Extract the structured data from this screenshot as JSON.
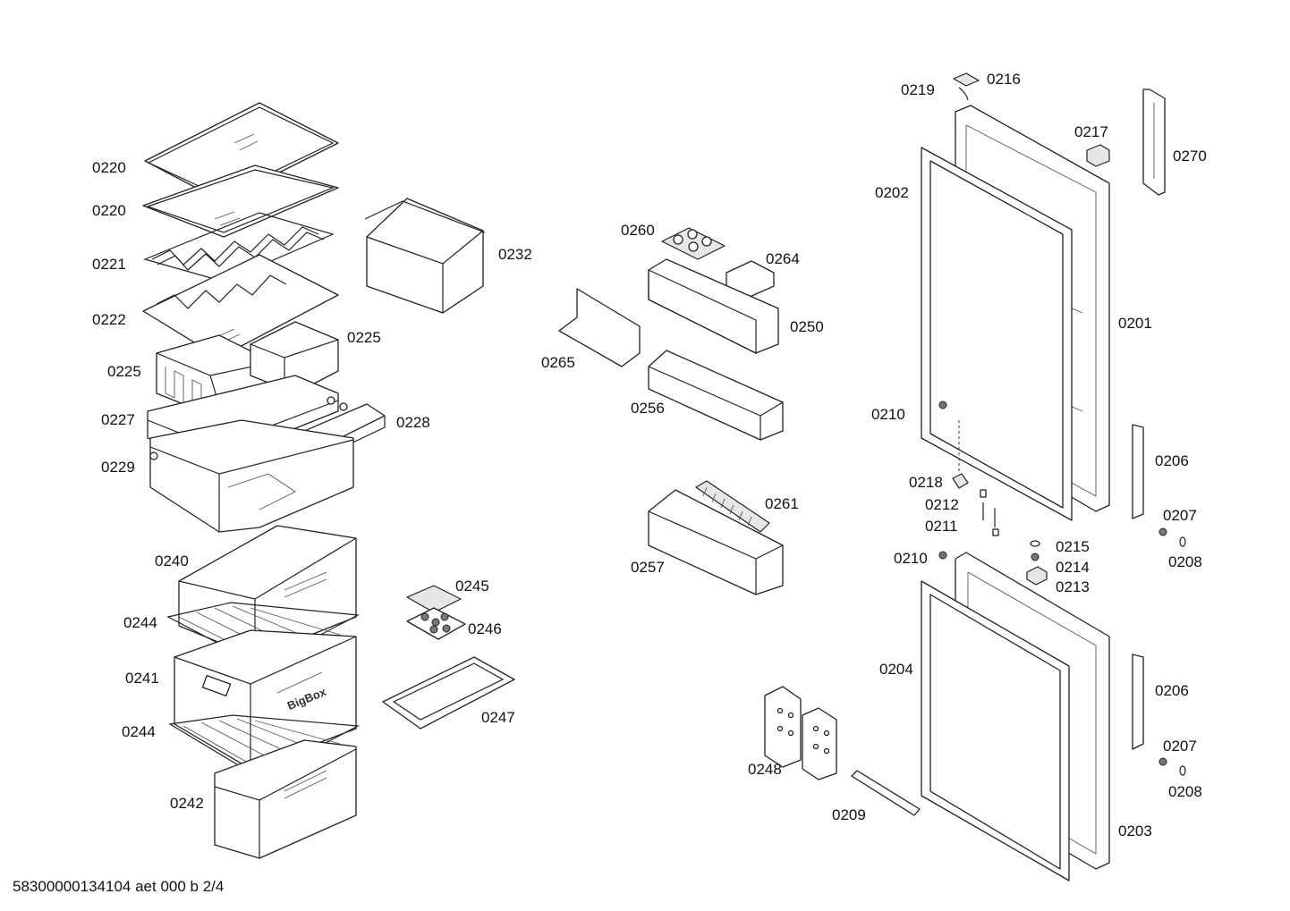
{
  "diagram": {
    "labels": {
      "p0220a": "0220",
      "p0220b": "0220",
      "p0221": "0221",
      "p0222": "0222",
      "p0225a": "0225",
      "p0225b": "0225",
      "p0227": "0227",
      "p0229": "0229",
      "p0228": "0228",
      "p0232": "0232",
      "p0240": "0240",
      "p0244a": "0244",
      "p0241": "0241",
      "p0244b": "0244",
      "p0242": "0242",
      "p0245": "0245",
      "p0246": "0246",
      "p0247": "0247",
      "p0260": "0260",
      "p0264": "0264",
      "p0250": "0250",
      "p0265": "0265",
      "p0256": "0256",
      "p0261": "0261",
      "p0257": "0257",
      "p0219": "0219",
      "p0216": "0216",
      "p0217": "0217",
      "p0270": "0270",
      "p0202": "0202",
      "p0201": "0201",
      "p0210a": "0210",
      "p0206a": "0206",
      "p0218": "0218",
      "p0212": "0212",
      "p0211": "0211",
      "p0207a": "0207",
      "p0208a": "0208",
      "p0210b": "0210",
      "p0215": "0215",
      "p0214": "0214",
      "p0213": "0213",
      "p0204": "0204",
      "p0206b": "0206",
      "p0207b": "0207",
      "p0208b": "0208",
      "p0248": "0248",
      "p0209": "0209",
      "p0203": "0203"
    },
    "drawer_brand": "BigBox",
    "footer": "58300000134104 aet 000 b 2/4"
  }
}
